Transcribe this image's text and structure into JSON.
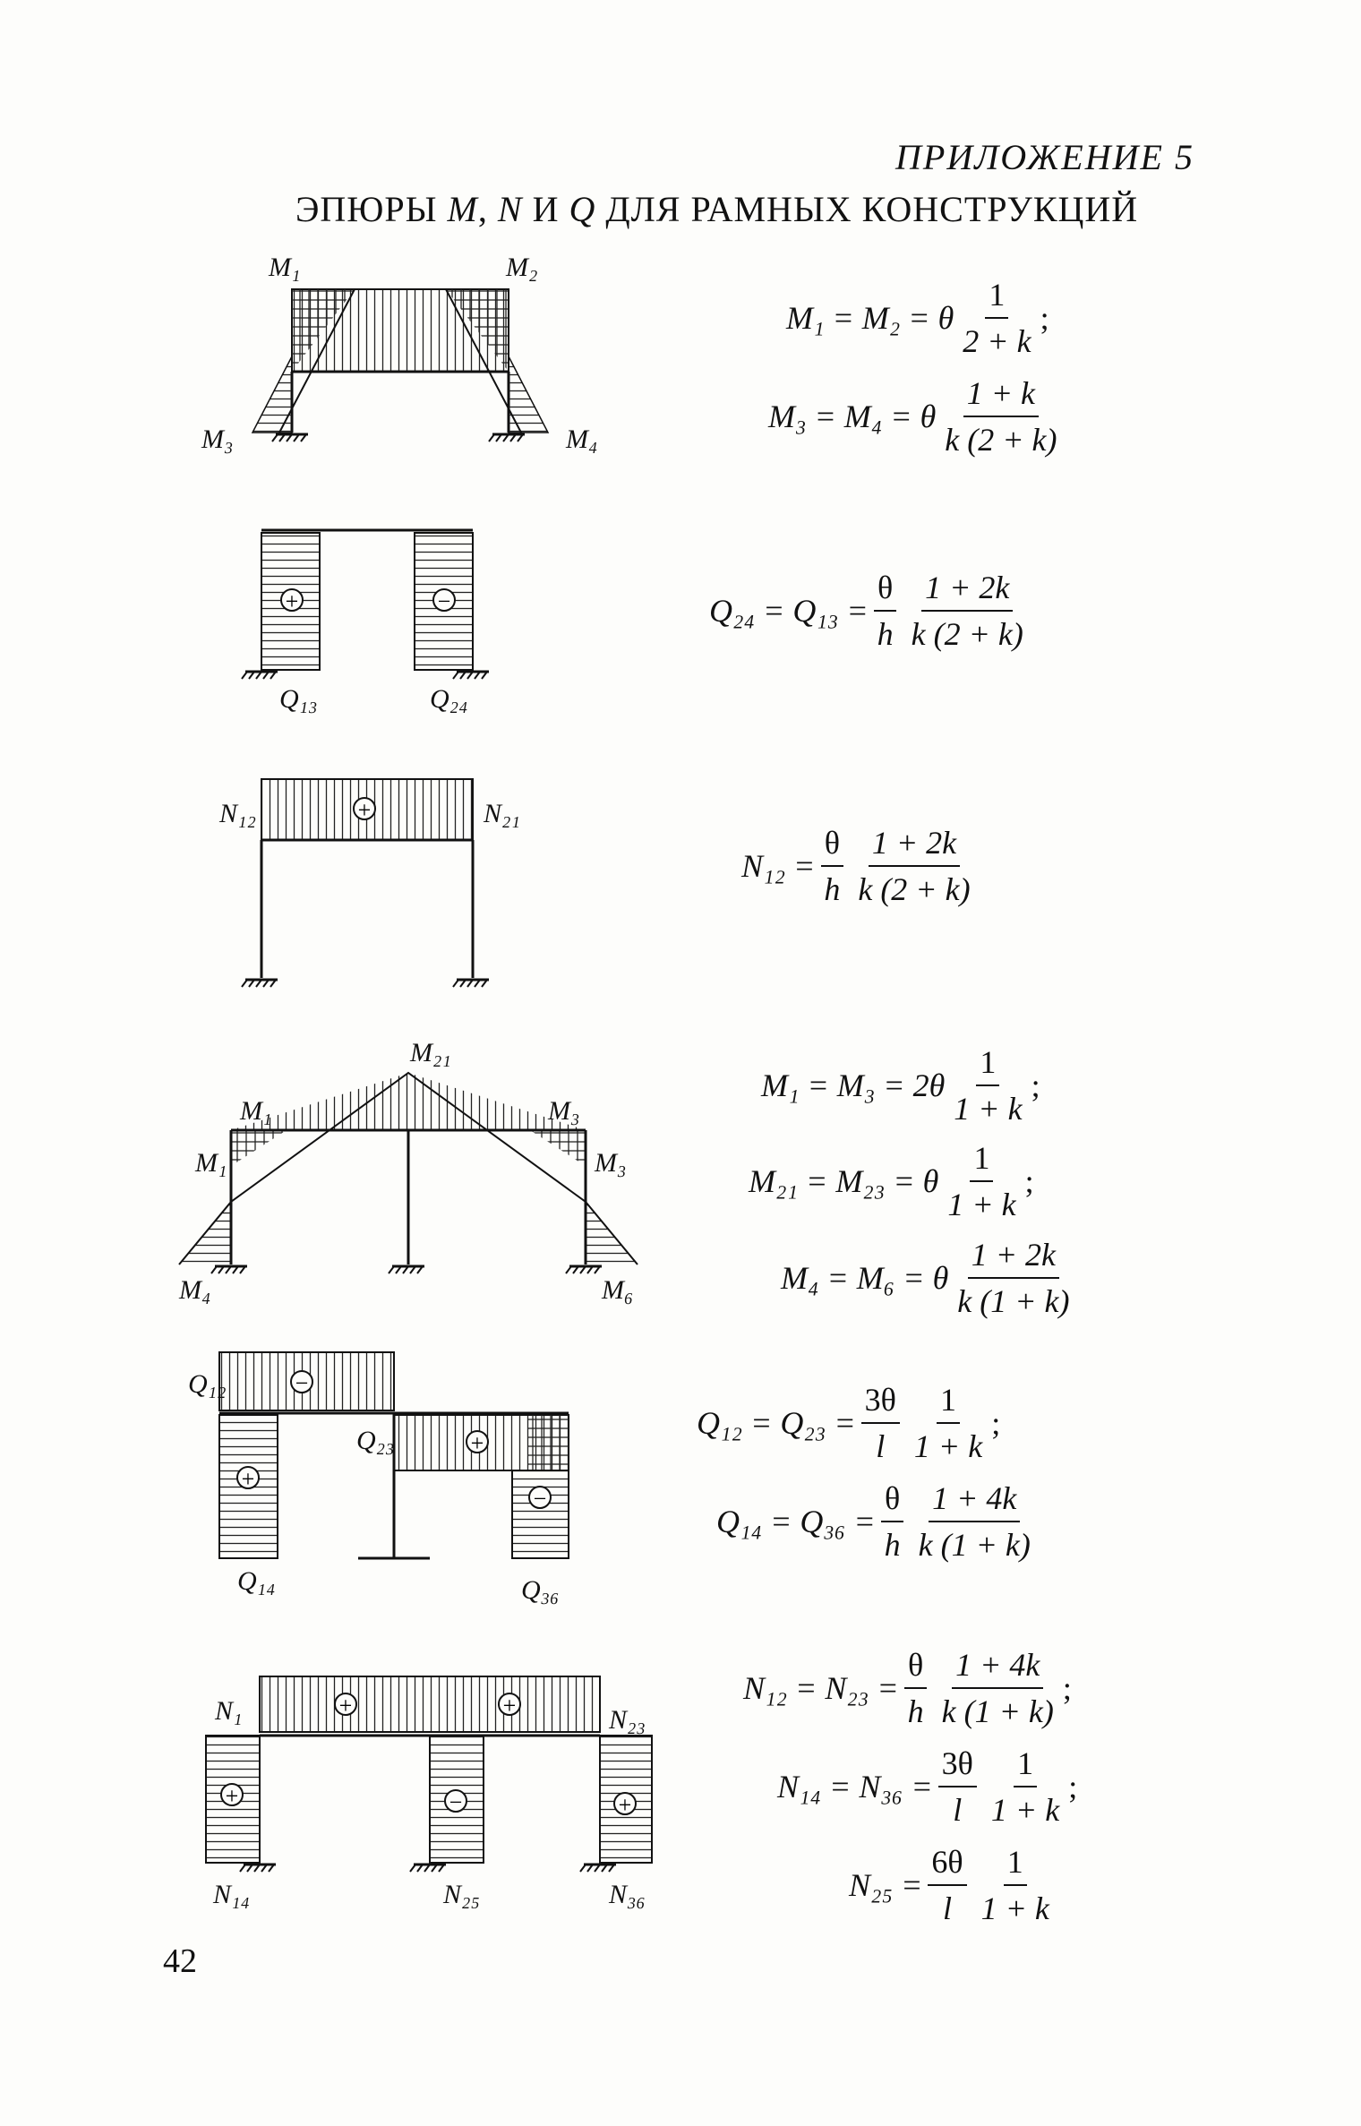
{
  "header": {
    "appendix": "ПРИЛОЖЕНИЕ 5",
    "title_a": "ЭПЮРЫ ",
    "title_M": "M",
    "title_b": ", ",
    "title_N": "N",
    "title_c": " И ",
    "title_Q": "Q",
    "title_d": " ДЛЯ РАМНЫХ КОНСТРУКЦИЙ"
  },
  "page_number": "42",
  "diagram1": {
    "labels": [
      "M₁",
      "M₂",
      "M₃",
      "M₄"
    ],
    "formulas": [
      {
        "lhs": "M₁ = M₂ = θ",
        "num": "1",
        "den": "2 + k",
        "tail": ";"
      },
      {
        "lhs": "M₃ = M₄ = θ",
        "num": "1 + k",
        "den": "k (2 + k)",
        "tail": ""
      }
    ]
  },
  "diagram2": {
    "labels": [
      "Q₁₃",
      "Q₂₄"
    ],
    "signs": [
      "+",
      "−"
    ],
    "formula": {
      "lhs": "Q₂₄ = Q₁₃ =",
      "num1": "θ",
      "den1": "h",
      "num2": "1 + 2k",
      "den2": "k (2 + k)"
    }
  },
  "diagram3": {
    "labels": [
      "N₁₂",
      "N₂₁"
    ],
    "signs": [
      "+"
    ],
    "formula": {
      "lhs": "N₁₂ =",
      "num1": "θ",
      "den1": "h",
      "num2": "1 + 2k",
      "den2": "k (2 + k)"
    }
  },
  "diagram4": {
    "labels": [
      "M₂₁",
      "M₁",
      "M₃",
      "M₁",
      "M₃",
      "M₄",
      "M₆"
    ],
    "formulas": [
      {
        "lhs": "M₁ = M₃ = 2θ",
        "num": "1",
        "den": "1 + k",
        "tail": ";"
      },
      {
        "lhs": "M₂₁ = M₂₃ = θ",
        "num": "1",
        "den": "1 + k",
        "tail": ";"
      },
      {
        "lhs": "M₄ = M₆ = θ",
        "num": "1 + 2k",
        "den": "k (1 + k)",
        "tail": ""
      }
    ]
  },
  "diagram5": {
    "labels": [
      "Q₁₂",
      "Q₂₃",
      "Q₃₆",
      "Q₁₄"
    ],
    "signs": [
      "−",
      "+",
      "+",
      "−"
    ],
    "formulas": [
      {
        "lhs": "Q₁₂ = Q₂₃ =",
        "num1": "3θ",
        "den1": "l",
        "num2": "1",
        "den2": "1 + k",
        "tail": ";"
      },
      {
        "lhs": "Q₁₄ = Q₃₆ =",
        "num1": "θ",
        "den1": "h",
        "num2": "1 + 4k",
        "den2": "k (1 + k)",
        "tail": ""
      }
    ]
  },
  "diagram6": {
    "labels": [
      "N₁",
      "N₂₃",
      "N₁₄",
      "N₂₅",
      "N₃₆"
    ],
    "signs": [
      "+",
      "+",
      "+",
      "−",
      "+"
    ],
    "formulas": [
      {
        "lhs": "N₁₂ = N₂₃ =",
        "num1": "θ",
        "den1": "h",
        "num2": "1 + 4k",
        "den2": "k (1 + k)",
        "tail": ";"
      },
      {
        "lhs": "N₁₄ = N₃₆ =",
        "num1": "3θ",
        "den1": "l",
        "num2": "1",
        "den2": "1 + k",
        "tail": ";"
      },
      {
        "lhs": "N₂₅ =",
        "num1": "6θ",
        "den1": "l",
        "num2": "1",
        "den2": "1 + k",
        "tail": ""
      }
    ]
  }
}
